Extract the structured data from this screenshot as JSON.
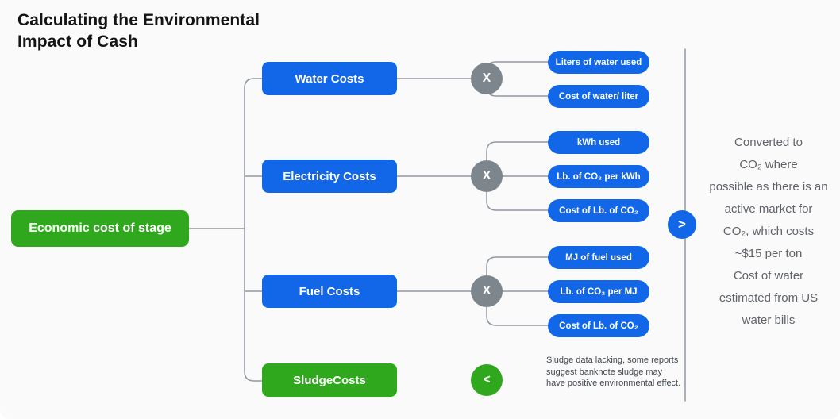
{
  "title": {
    "line1": "Calculating the Environmental",
    "line2": "Impact of Cash"
  },
  "colors": {
    "brand_blue": "#1267e8",
    "brand_green": "#2fa81d",
    "operator_gray": "#7d858d",
    "connector_line": "#8f979e",
    "body_text_gray": "#5f6368",
    "note_text_gray": "#43484d",
    "background": "#fafafb",
    "title_text": "#141414"
  },
  "root": {
    "label": "Economic cost of stage"
  },
  "branches": [
    {
      "label": "Water Costs",
      "operator": "X",
      "factors": [
        "Liters of water used",
        "Cost of water/ liter"
      ]
    },
    {
      "label": "Electricity Costs",
      "operator": "X",
      "factors": [
        "kWh used",
        "Lb. of CO₂ per kWh",
        "Cost of Lb. of CO₂"
      ]
    },
    {
      "label": "Fuel Costs",
      "operator": "X",
      "factors": [
        "MJ of fuel used",
        "Lb. of CO₂ per MJ",
        "Cost of Lb. of CO₂"
      ]
    },
    {
      "label": "SludgeCosts",
      "operator": "<",
      "note": "Sludge data lacking, some reports suggest banknote sludge may have positive environmental effect."
    }
  ],
  "aggregator": {
    "symbol": ">"
  },
  "right_note": {
    "lines": [
      "Converted to",
      "CO₂ where",
      "possible as there is an",
      "active market for",
      "CO₂, which costs",
      "~$15 per ton",
      "Cost of water",
      "estimated from US",
      "water bills"
    ]
  }
}
